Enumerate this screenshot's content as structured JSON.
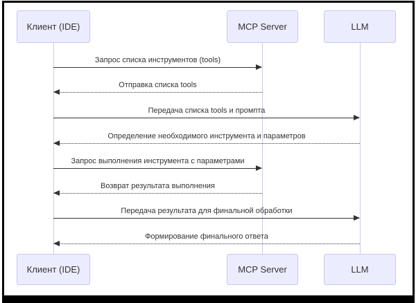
{
  "diagram": {
    "type": "sequence",
    "participants": [
      {
        "id": "client",
        "label": "Клиент (IDE)"
      },
      {
        "id": "mcp",
        "label": "MCP Server"
      },
      {
        "id": "llm",
        "label": "LLM"
      }
    ],
    "messages": [
      {
        "from": "client",
        "to": "mcp",
        "line": "solid",
        "label": "Запрос списка инструментов (tools)"
      },
      {
        "from": "mcp",
        "to": "client",
        "line": "dotted",
        "label": "Отправка списка tools"
      },
      {
        "from": "client",
        "to": "llm",
        "line": "solid",
        "label": "Передача списка tools и промпта"
      },
      {
        "from": "llm",
        "to": "client",
        "line": "dotted",
        "label": "Определение необходимого инструмента и параметров"
      },
      {
        "from": "client",
        "to": "mcp",
        "line": "solid",
        "label": "Запрос выполнения инструмента с параметрами"
      },
      {
        "from": "mcp",
        "to": "client",
        "line": "dotted",
        "label": "Возврат результата выполнения"
      },
      {
        "from": "client",
        "to": "llm",
        "line": "solid",
        "label": "Передача результата для финальной обработки"
      },
      {
        "from": "llm",
        "to": "client",
        "line": "dotted",
        "label": "Формирование финального ответа"
      }
    ],
    "colors": {
      "actor_fill": "#ECECFF",
      "actor_border": "#C9C6EF",
      "lifeline": "#CBC9EA",
      "arrow": "#333333",
      "text": "#333333",
      "frame": "#000000",
      "background": "#FFFFFF"
    }
  }
}
